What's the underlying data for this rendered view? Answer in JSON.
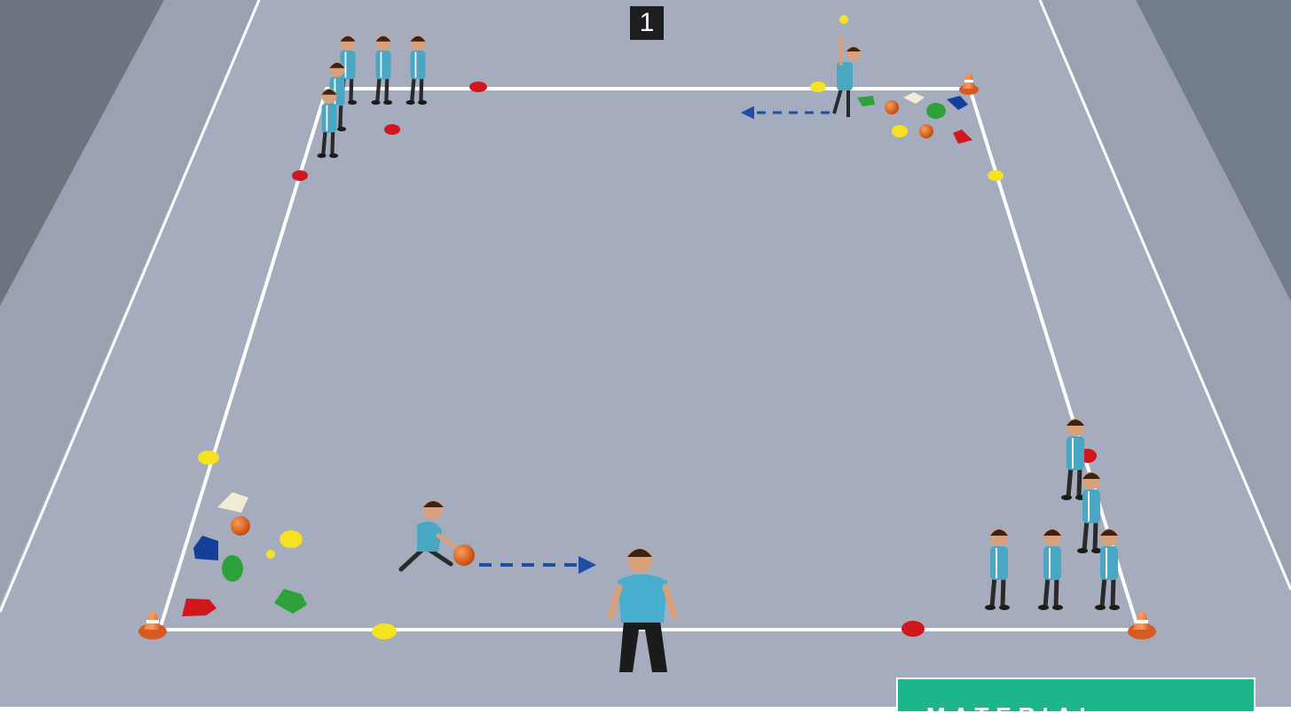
{
  "step_number": "1",
  "material_label": "MATERIAL",
  "colors": {
    "floor": "#a4acbd",
    "wall_left": "#69727e",
    "wall_right": "#727b88",
    "court_line": "#ffffff",
    "jersey": "#4aa7c4",
    "coach_shirt": "#47aecd",
    "arrow": "#1f4fa3",
    "cone": "#e86a2b",
    "marker_red": "#d2161e",
    "marker_yellow": "#f5e221",
    "marker_green": "#2ea23a",
    "marker_blue": "#143f9a",
    "marker_white": "#f3ecd4",
    "ball": "#e0641e",
    "material_bg": "#1db58a"
  },
  "icons": [
    "player-figure",
    "coach-figure",
    "traffic-cone",
    "disc-marker",
    "ball",
    "arrow-dashed",
    "colored-marker-pieces"
  ]
}
